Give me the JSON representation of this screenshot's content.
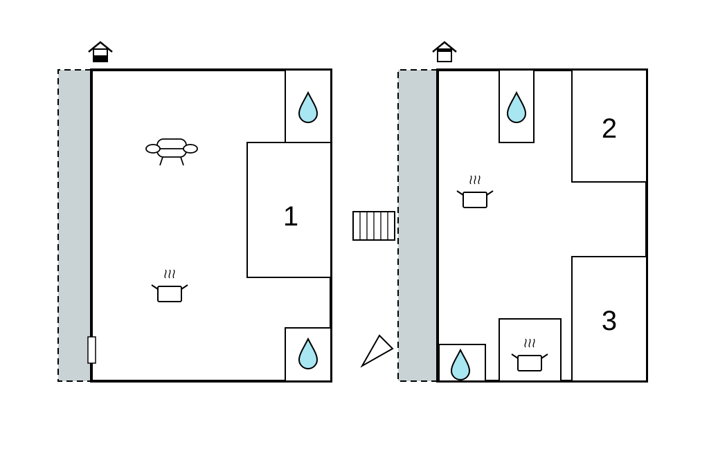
{
  "plans": [
    {
      "name": "floor-plan-left",
      "rooms": [
        {
          "label": "1"
        }
      ]
    },
    {
      "name": "floor-plan-right",
      "rooms": [
        {
          "label": "2"
        },
        {
          "label": "3"
        }
      ]
    }
  ],
  "icons": [
    "house-entrance-icon",
    "sofa-icon",
    "cooking-pot-icon",
    "water-drop-icon",
    "stairs-icon",
    "compass-triangle-icon",
    "door-icon"
  ],
  "colors": {
    "wall": "#000000",
    "terrace": "#c9d3d5",
    "water": "#a8e6f2",
    "background": "#ffffff"
  }
}
